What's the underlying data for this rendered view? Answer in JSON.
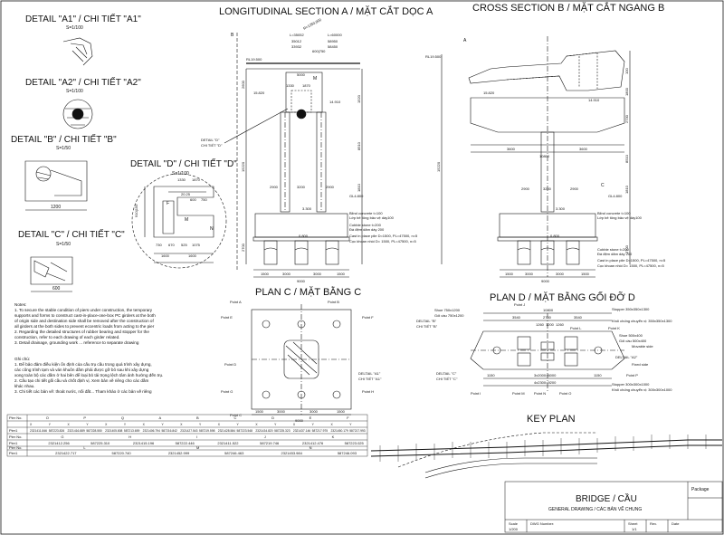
{
  "details": {
    "a1": {
      "title": "DETAIL \"A1\" / CHI TIẾT \"A1\"",
      "scale": "S=1/100"
    },
    "a2": {
      "title": "DETAIL \"A2\" / CHI TIẾT \"A2\"",
      "scale": "S=1/100"
    },
    "b": {
      "title": "DETAIL \"B\" / CHI TIẾT \"B\"",
      "scale": "S=1/50",
      "dims": [
        "1200"
      ]
    },
    "c": {
      "title": "DETAIL \"C\" / CHI TIẾT \"C\"",
      "scale": "S=1/50",
      "dims": [
        "600"
      ]
    },
    "d": {
      "title": "DETAIL \"D\" / CHI TIẾT \"D\"",
      "scale": "S=1/100",
      "dims": [
        "1330",
        "1870",
        "20.25",
        "600",
        "750",
        "730",
        "670",
        "525",
        "1075",
        "1600",
        "1600",
        "910|150",
        "F",
        "M",
        "N"
      ]
    }
  },
  "sections": {
    "long": {
      "title": "LONGITUDINAL SECTION A  / MẶT CẮT DỌC A"
    },
    "cross": {
      "title": "CROSS SECTION B / MẶT CẮT NGANG B"
    },
    "planc": {
      "title": "PLAN C / MẶT BẰNG C"
    },
    "pland": {
      "title": "PLAN D / MẶT BẰNG GỐI ĐỠ D"
    }
  },
  "long_labels": {
    "top": [
      "L=35052",
      "L=60000",
      "35012",
      "58950",
      "33932",
      "58450",
      "600|750"
    ],
    "arc": "R=1250,000",
    "rl": "RL19.500",
    "lvl1": "15.820",
    "lvl2": "14.910",
    "gl": "GL4.800",
    "lvl3": "3.300",
    "lvl4": "0.800",
    "dims": [
      "2900",
      "1330",
      "1870",
      "5000",
      "2900",
      "3200",
      "2900",
      "9000",
      "1500",
      "3000",
      "3000",
      "1500",
      "1520",
      "8510",
      "1810",
      "2700",
      "2700",
      "1500",
      "1300",
      "200"
    ],
    "detail_d": "DETAIL \"D\"",
    "chi_tiet_d": "CHI TIẾT \"D\"",
    "m": "M",
    "blind": "Blind concrete t=100",
    "blind_vn": "Lớp bê tông bảo vệ dày100",
    "cobble": "Cobble stone t=200",
    "cobble_vn": "Đá đệm dăm dày 200",
    "pile": "Cast in place pile D=1500, PL=47500, n=5",
    "pile_vn": "Cọc khoan nhồi D= 1500, PL=47500, n=5"
  },
  "cross_labels": {
    "rl": "RL19.500",
    "lvl1": "15.820",
    "lvl2": "14.910",
    "gl": "GL4.800",
    "lvl3": "3.300",
    "lvl4": "0.800",
    "dims": [
      "3600",
      "3600",
      "10800",
      "2900",
      "3200",
      "2900",
      "9000",
      "1500",
      "3000",
      "3000",
      "1500",
      "100",
      "1800",
      "2730",
      "8510",
      "1810",
      "2700"
    ],
    "a": "A",
    "c": "C",
    "blind": "Blind concrete t=100",
    "blind_vn": "Lớp bê tông bảo vệ dày100",
    "cobble": "Cobble stone t=200",
    "cobble_vn": "Đá đệm dăm dày 200",
    "pile": "Cast in place pile D=1500, PL=47500, n=5",
    "pile_vn": "Cọc khoan nhồi D= 1500, PL=47500, n=5"
  },
  "planc_labels": {
    "points": [
      "Point A",
      "Point B",
      "Point C",
      "Point D",
      "Point E",
      "Point F",
      "Point G",
      "Point H"
    ],
    "detail": "DELTAIL \"A1\"",
    "chi_tiet": "CHI TIẾT \"A1\"",
    "dims": [
      "1500",
      "3000",
      "3000",
      "1500",
      "9000"
    ]
  },
  "pland_labels": {
    "top_dims": [
      "10800",
      "3540",
      "2700",
      "3540",
      "1260",
      "1200",
      "1260"
    ],
    "left": [
      "Shoe 750x1200",
      "Gối cầu 750x1200",
      "DELTAIL \"B\"",
      "CHI TIẾT \"B\"",
      "DELTAIL \"C\"",
      "CHI TIẾT \"C\""
    ],
    "right": [
      "Stopper 350x350x1300",
      "Khối chống chuyển vị: 350x350x1300",
      "Point K",
      "Shoe 500x400",
      "Gối cầu 500x400",
      "Movable side",
      "DELTAIL \"A2\"",
      "Fixed side",
      "Point P",
      "Stopper 300x300x1000",
      "Khối chống chuyển vị: 300x300x1000"
    ],
    "points": [
      "Point J",
      "Point L",
      "Point I",
      "Point M",
      "Point N",
      "Point O"
    ],
    "bot_dims": [
      "1150",
      "3x2000=6000",
      "1150",
      "4x2300=9200"
    ]
  },
  "notes": {
    "head": "Notes:",
    "items": [
      "1. To secure the stable condition of piers under construction, the temporary",
      "   supports and forms to construct cast-in-place-one-box PC girders at the both",
      "   of origin side and destination side shall be removed after the construction of",
      "   all girders at the both sides to prevent eccentric loads from acting to the pier",
      "2. Regarding the detailed structures of rubber bearing and stopper for the",
      "   construction, refer to each drawing of each girder related.",
      "3. Detail drainage, grounding work ... reference to separate drawing"
    ],
    "head_vn": "Ghi chú:",
    "items_vn": [
      "1. Để bảo đảm điều kiện ổn định của cấu trụ cầu trong quá trình xây dựng,",
      "   các công trình tạm và ván khuôn dầm phải được gỡ bỏ sau khi xây dựng",
      "   xong toàn bộ các dầm ở hai bên để loại bỏ tải trọng lệch tâm ảnh hưởng đến trụ.",
      "2. Cấu tạo chi tiết gối cầu và chốt định vị.  Xem bản vẽ riêng cho các dầm",
      "   khác nhau.",
      "3. Chi tiết các bản vẽ: thoát nước, nối đất... Tham khảo ở các bản vẽ riêng"
    ]
  },
  "table": {
    "rows": [
      {
        "label": "Pier No.",
        "cols": [
          "O",
          "P",
          "Q",
          "A",
          "B",
          "C",
          "D",
          "E",
          "F"
        ]
      },
      {
        "label": "",
        "cols": [
          "X",
          "Y",
          "X",
          "Y",
          "X",
          "Y",
          "X",
          "Y",
          "X",
          "Y",
          "X",
          "Y",
          "X",
          "Y",
          "X",
          "Y",
          "X",
          "Y"
        ]
      },
      {
        "label": "Pier1",
        "cols": [
          "2321411.846",
          "587223.826",
          "2321416.889",
          "587228.550",
          "2321405.808",
          "587213.659",
          "2321406.794",
          "587216.842",
          "2321427.543",
          "587219.598",
          "2321428.584",
          "587223.548",
          "2321434.820",
          "587225.323",
          "2321437.146",
          "587217.975",
          "2321450.179",
          "587217.993"
        ]
      },
      {
        "label": "Pier No.",
        "cols": [
          "G",
          "H",
          "I",
          "J",
          "K"
        ]
      },
      {
        "label": "Pier1",
        "cols": [
          "2321412.256",
          "587225.310",
          "2321415.196",
          "587222.446",
          "2321411.522",
          "587219.746",
          "2321412.476",
          "587223.025"
        ]
      },
      {
        "label": "Pier No.",
        "cols": [
          "L",
          "M",
          "N"
        ]
      },
      {
        "label": "Pier1",
        "cols": [
          "2321422.717",
          "587220.740",
          "2321452.999",
          "587246.463",
          "2321453.984",
          "587246.093"
        ]
      }
    ]
  },
  "keyplan": {
    "title": "KEY PLAN"
  },
  "titleblock": {
    "name": "BRIDGE / CẦU",
    "sub": "GENERAL DRAWING / CÁC BẢN VẼ CHUNG",
    "package": "Package",
    "scale_lbl": "Scale",
    "scale": "1/200",
    "dwg": "DWG Number:",
    "sheet": "Sheet",
    "sheet_no": "1/1",
    "rev": "Rev.",
    "date": "Date"
  }
}
